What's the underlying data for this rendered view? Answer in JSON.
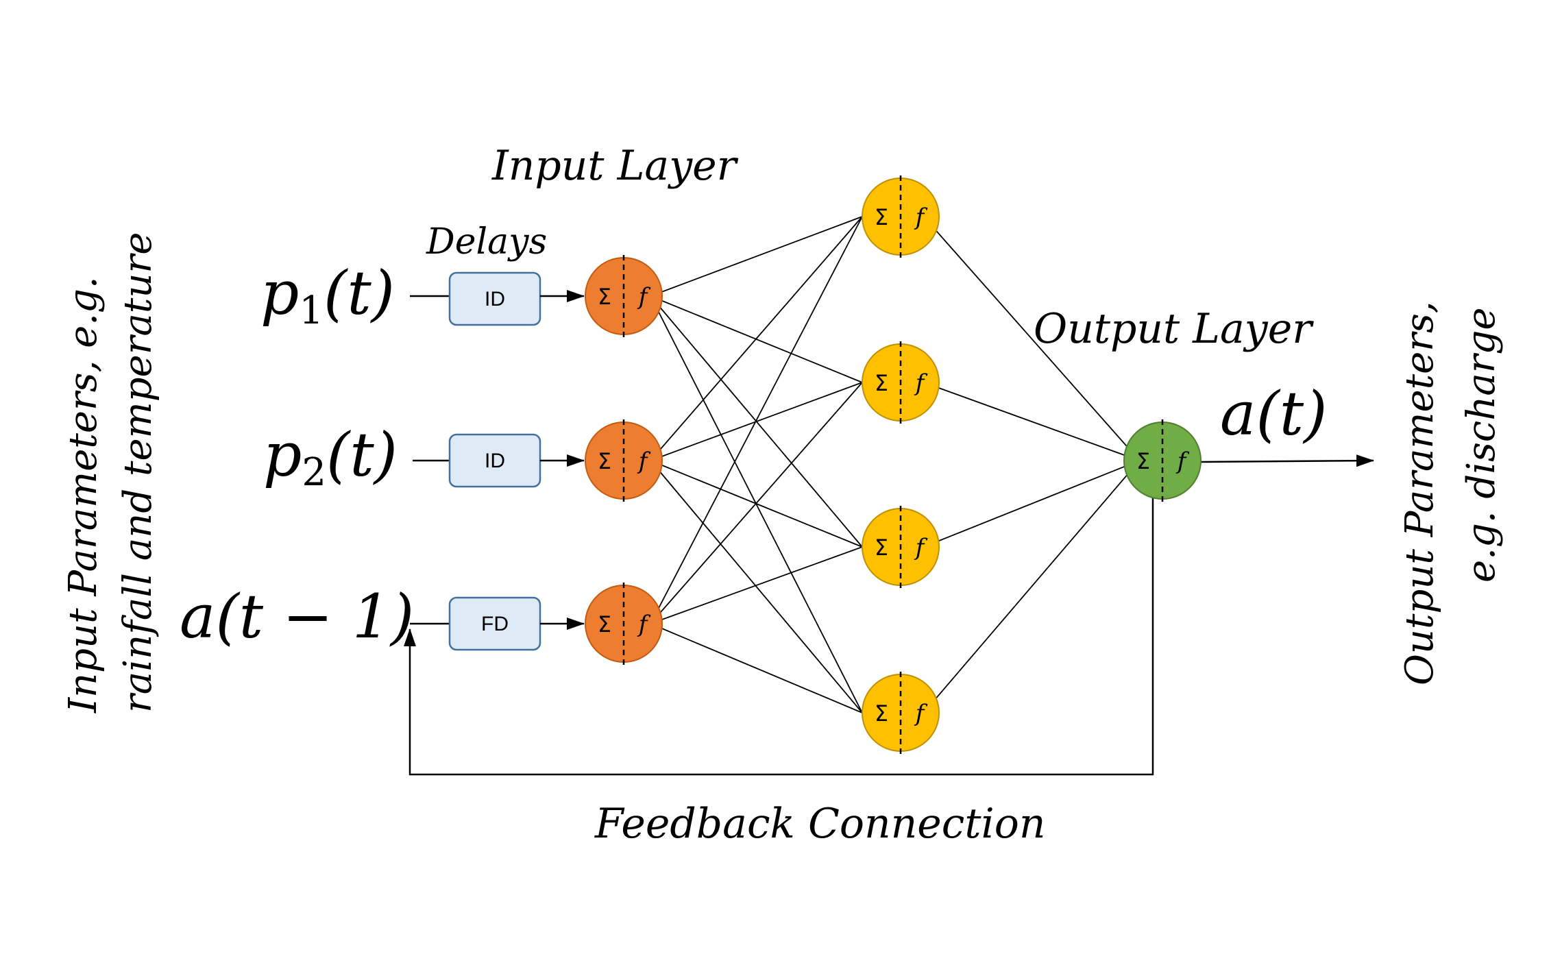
{
  "labels": {
    "input_layer": "Input Layer",
    "delays": "Delays",
    "output_layer": "Output Layer",
    "feedback_connection": "Feedback Connection",
    "input_parameters_line1": "Input Parameters, e.g.",
    "input_parameters_line2": "rainfall and temperature",
    "output_parameters_line1": "Output Parameters,",
    "output_parameters_line2": "e.g. discharge"
  },
  "inputs": [
    {
      "name": "p",
      "subscript": "1",
      "arg": "(t)",
      "delay": "ID"
    },
    {
      "name": "p",
      "subscript": "2",
      "arg": "(t)",
      "delay": "ID"
    },
    {
      "name": "a",
      "subscript": "",
      "arg": "(t − 1)",
      "delay": "FD"
    }
  ],
  "output": {
    "name": "a",
    "arg": "(t)"
  },
  "node_symbols": {
    "sum": "Σ",
    "activation": "f"
  },
  "colors": {
    "input_node": "#ED7D31",
    "hidden_node": "#FFC000",
    "output_node": "#70AD47",
    "delay_box_fill": "#DEEBF7",
    "delay_box_stroke": "#41719C",
    "line": "#000000"
  },
  "structure": {
    "input_nodes": 3,
    "hidden_nodes": 4,
    "output_nodes": 1
  }
}
